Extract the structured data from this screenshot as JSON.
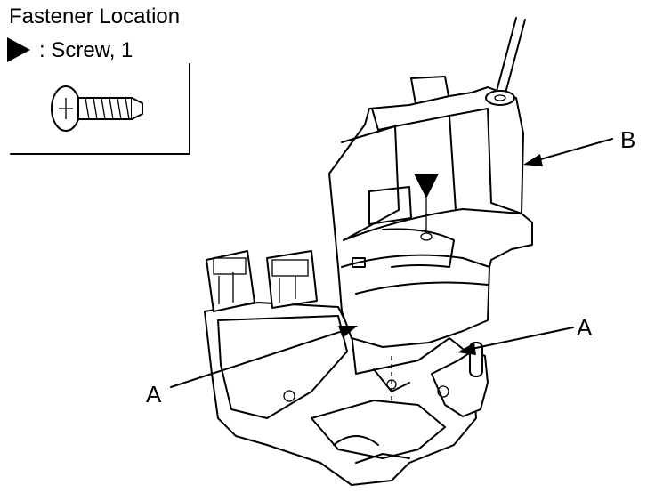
{
  "header": {
    "title": "Fastener Location",
    "legend_text": ": Screw, 1"
  },
  "callouts": {
    "label_a_left": "A",
    "label_a_right": "A",
    "label_b": "B"
  },
  "colors": {
    "ink": "#000000",
    "paper": "#ffffff"
  },
  "icons": [
    "screw-marker-triangle-icon",
    "screw-icon",
    "screw-location-marker-icon"
  ]
}
